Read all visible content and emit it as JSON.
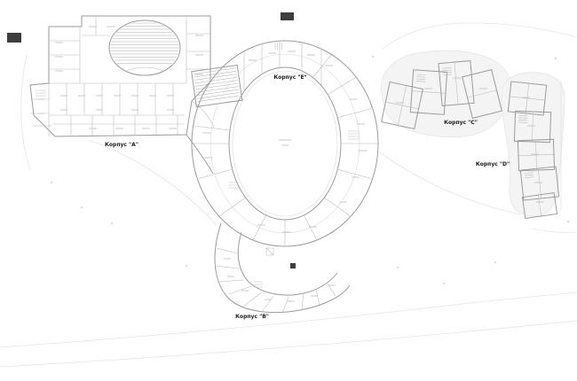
{
  "plan": {
    "labels": {
      "wing_a": "Корпус \"А\"",
      "wing_b": "Корпус \"В\"",
      "wing_c": "Корпус \"С\"",
      "wing_d": "Корпус \"D\"",
      "wing_e": "Корпус \"Е\""
    },
    "colors": {
      "background": "#ffffff",
      "wall_line": "#9b9b9b",
      "partition_line": "#bdbdbd",
      "contour_line": "#e6e6e6",
      "label_text": "#1a1a1a",
      "shaft_fill": "#3d3d3d"
    }
  }
}
